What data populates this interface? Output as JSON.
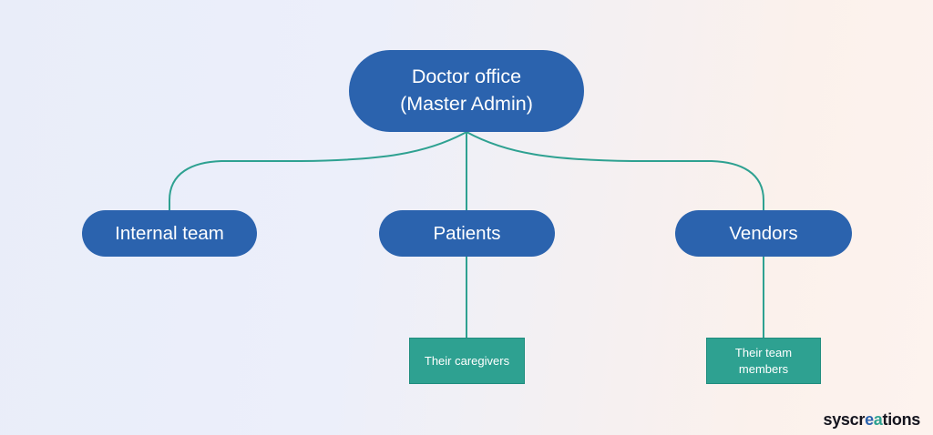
{
  "diagram": {
    "root": {
      "label": "Doctor office\n(Master Admin)"
    },
    "children": [
      {
        "label": "Internal team"
      },
      {
        "label": "Patients"
      },
      {
        "label": "Vendors"
      }
    ],
    "leaves": [
      {
        "label": "Their caregivers",
        "parent": "Patients"
      },
      {
        "label": "Their team members",
        "parent": "Vendors"
      }
    ]
  },
  "logo": {
    "prefix": "syscr",
    "glyph_e": "e",
    "glyph_a": "a",
    "suffix": "tions"
  },
  "colors": {
    "node_blue": "#2b63ae",
    "node_teal": "#2ea191",
    "teal_border": "#1f8d7e",
    "connector": "#2ea191",
    "text_on_node": "#ffffff",
    "logo_text": "#15151f",
    "bg_left": "#e9edf9",
    "bg_right": "#fdf3ee"
  }
}
